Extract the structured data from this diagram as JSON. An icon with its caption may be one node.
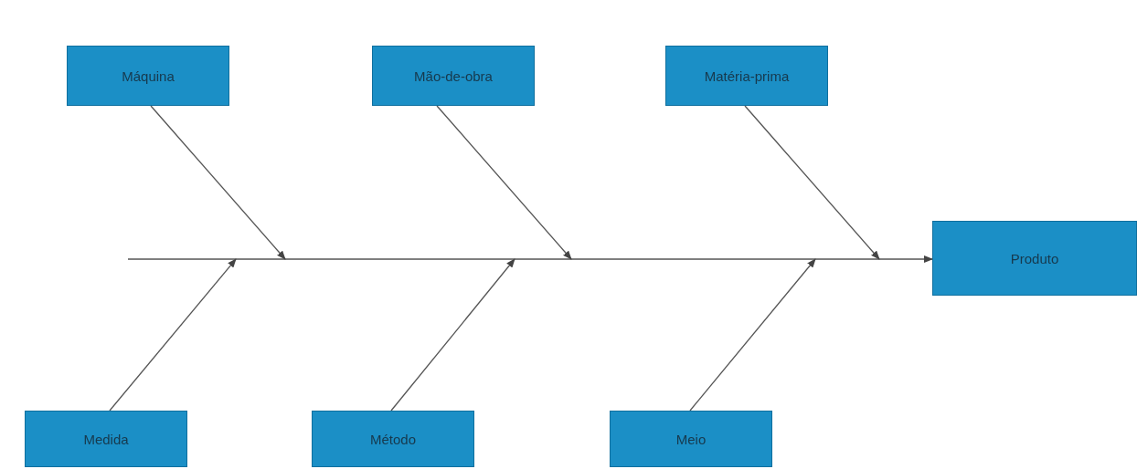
{
  "diagram": {
    "nodes": [
      {
        "text": [
          "Máquina"
        ]
      },
      {
        "text": [
          "Mão-de-obra"
        ]
      },
      {
        "text": [
          "Matéria-prima"
        ]
      },
      {
        "text": [
          "Produto"
        ]
      },
      {
        "text": [
          "Medida"
        ]
      },
      {
        "text": [
          "Método"
        ]
      },
      {
        "text": [
          "Meio"
        ]
      }
    ],
    "edges": [
      {
        "from": null,
        "to": 3,
        "arrow": "to"
      },
      {
        "from": 0,
        "to": null,
        "arrow": "to"
      },
      {
        "from": 1,
        "to": null,
        "arrow": "to"
      },
      {
        "from": 2,
        "to": null,
        "arrow": "to"
      },
      {
        "from": 4,
        "to": null,
        "arrow": "to"
      },
      {
        "from": 5,
        "to": null,
        "arrow": "to"
      },
      {
        "from": 6,
        "to": null,
        "arrow": "to"
      }
    ]
  }
}
